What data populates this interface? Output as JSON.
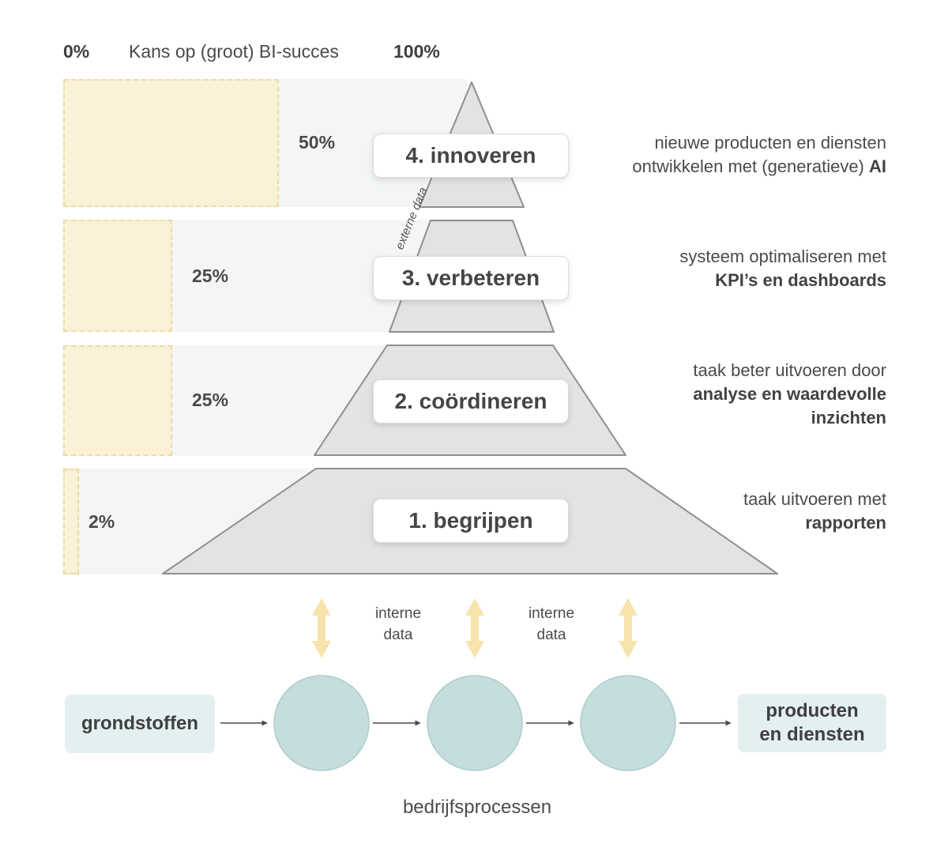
{
  "header": {
    "zero": "0%",
    "title": "Kans op (groot) BI-succes",
    "hundred": "100%"
  },
  "levels": [
    {
      "box": "4. innoveren",
      "percent": "50%",
      "desc": {
        "line1": "nieuwe producten en diensten",
        "line2_normal": "ontwikkelen met (generatieve) ",
        "line2_bold": "AI"
      }
    },
    {
      "box": "3. verbeteren",
      "percent": "25%",
      "desc": {
        "line1": "systeem optimaliseren met",
        "line2_bold": "KPI’s en dashboards"
      }
    },
    {
      "box": "2. coördineren",
      "percent": "25%",
      "desc": {
        "line1": "taak beter uitvoeren door",
        "line2_bold": "analyse en waardevolle",
        "line3_bold": "inzichten"
      }
    },
    {
      "box": "1. begrijpen",
      "percent": "2%",
      "desc": {
        "line1": "taak uitvoeren met",
        "line2_bold": "rapporten"
      }
    }
  ],
  "pyramid": {
    "external_data_label": "externe data"
  },
  "flow": {
    "internal_data": {
      "line1": "interne",
      "line2": "data"
    },
    "input_label": "grondstoffen",
    "output_line1": "producten",
    "output_line2": "en diensten",
    "caption": "bedrijfsprocessen"
  },
  "colors": {
    "bar_fill": "#faf1d7",
    "bar_border": "#eedaa5",
    "row_background": "#f3f6f5",
    "pyramid_fill": "#e3e3e3",
    "pyramid_stroke": "#8f8f8f",
    "data_arrow_yellow": "#f7e3ab",
    "process_circle_fill": "#c5dedd",
    "process_circle_stroke": "#adcccb",
    "node_box_background": "#e4eff0",
    "text_dark": "#474747"
  }
}
